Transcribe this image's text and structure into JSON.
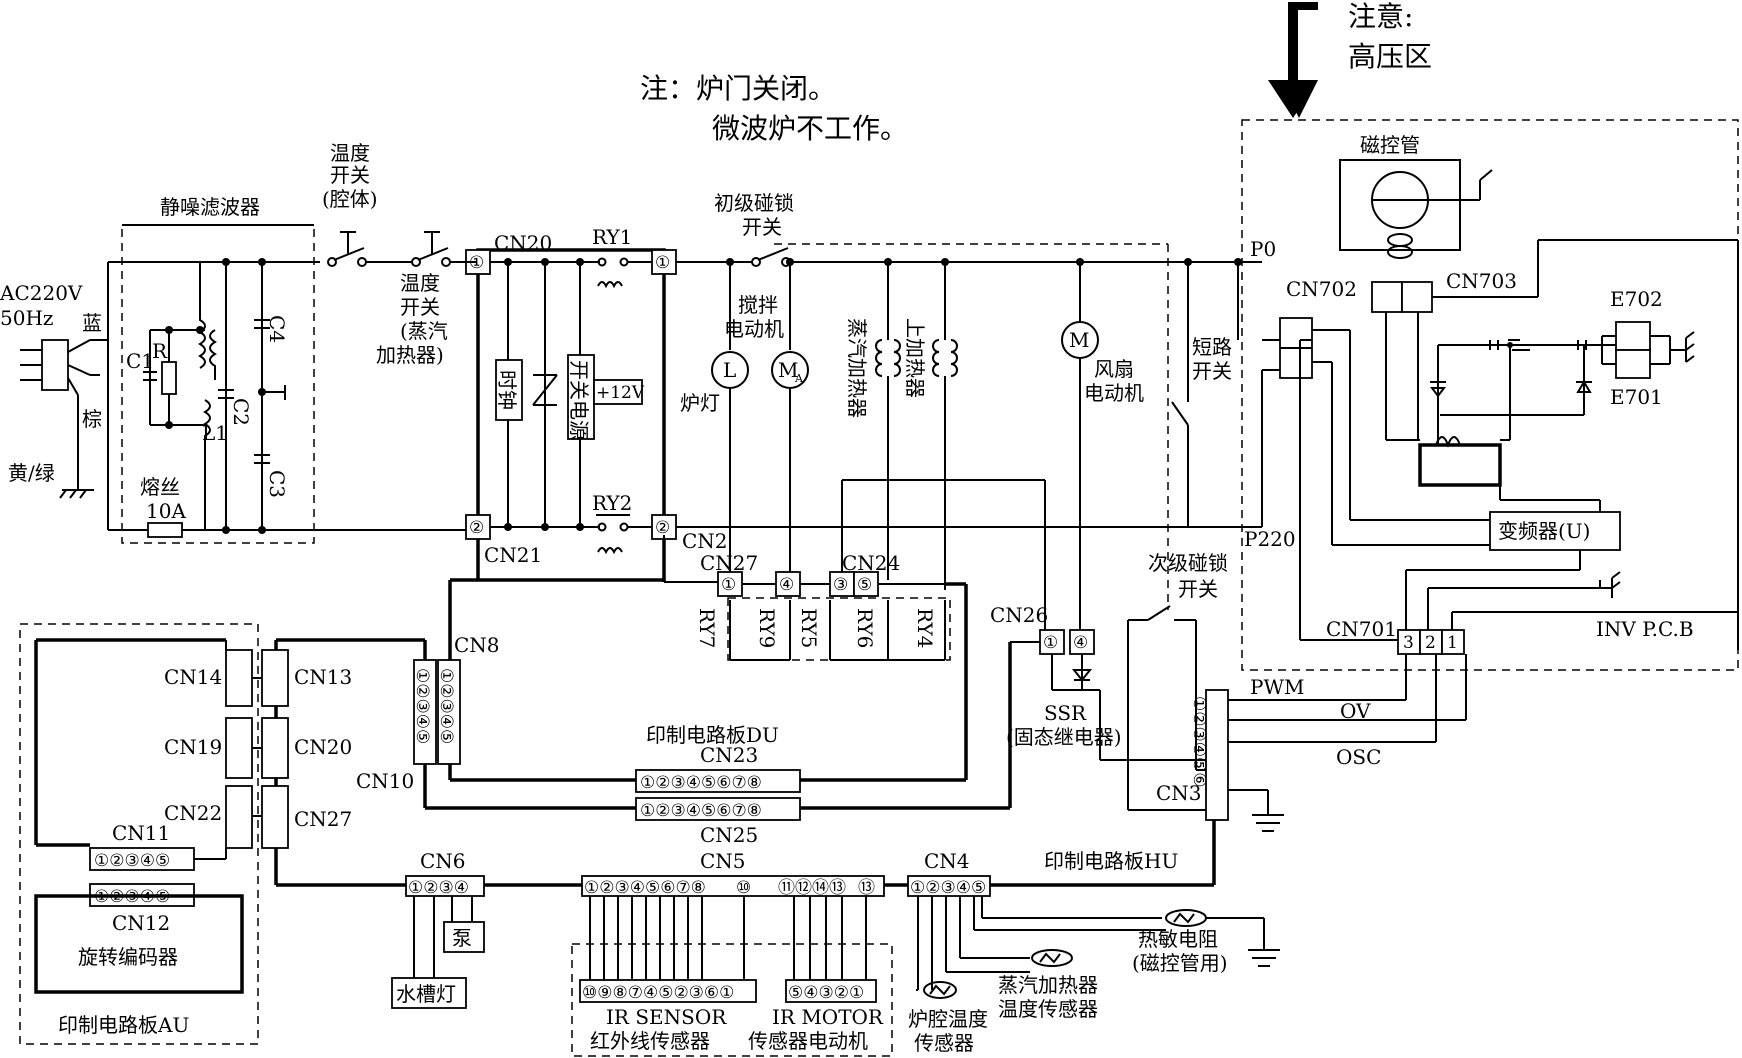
{
  "notes": {
    "high_voltage_title": "注意:",
    "high_voltage_area": "高压区",
    "door_note_1": "注：炉门关闭。",
    "door_note_2": "微波炉不工作。"
  },
  "power": {
    "source": "AC220V",
    "freq": "50Hz",
    "wire_blue": "蓝",
    "wire_brown": "棕",
    "wire_ground": "黄/绿"
  },
  "filter": {
    "title": "静噪滤波器",
    "fuse": "熔丝",
    "fuse_rating": "10A",
    "c1": "C1",
    "r": "R",
    "l1": "L1",
    "c2": "C2",
    "c3": "C3",
    "c4": "C4"
  },
  "switches": {
    "temp_cavity_1": "温度",
    "temp_cavity_2": "开关",
    "temp_cavity_3": "(腔体)",
    "temp_steam_1": "温度",
    "temp_steam_2": "开关",
    "temp_steam_3": "(蒸汽",
    "temp_steam_4": "加热器)",
    "primary_lock_1": "初级碰锁",
    "primary_lock_2": "开关",
    "short_1": "短路",
    "short_2": "开关",
    "secondary_lock_1": "次级碰锁",
    "secondary_lock_2": "开关"
  },
  "loads": {
    "clock": "时钟",
    "switch_psu": "开关电源",
    "v12": "+12V",
    "lamp": "炉灯",
    "lamp_sym": "L",
    "stir_1": "搅拌",
    "stir_2": "电动机",
    "stir_sym": "M",
    "stir_sub": "A",
    "steam_heater": "蒸汽加热器",
    "top_heater": "上加热器",
    "fan_sym": "M",
    "fan_1": "风扇",
    "fan_2": "电动机"
  },
  "connectors": {
    "cn20": "CN20",
    "cn21": "CN21",
    "cn2": "CN2",
    "cn27": "CN27",
    "cn24": "CN24",
    "cn26": "CN26",
    "cn8": "CN8",
    "cn10": "CN10",
    "cn14": "CN14",
    "cn13": "CN13",
    "cn19": "CN19",
    "cn20b": "CN20",
    "cn22": "CN22",
    "cn27b": "CN27",
    "cn11": "CN11",
    "cn12": "CN12",
    "cn23": "CN23",
    "cn25": "CN25",
    "cn6": "CN6",
    "cn5": "CN5",
    "cn4": "CN4",
    "cn3": "CN3",
    "cn701": "CN701",
    "cn702": "CN702",
    "cn703": "CN703"
  },
  "relays": {
    "ry1": "RY1",
    "ry2": "RY2",
    "ry7": "RY7",
    "ry9": "RY9",
    "ry5": "RY5",
    "ry6": "RY6",
    "ry4": "RY4"
  },
  "pins": {
    "p1": "①",
    "p2": "②",
    "cn27_a": "①",
    "cn27_b": "④",
    "cn24_a": "③",
    "cn24_b": "⑤",
    "cn26_a": "①",
    "cn26_b": "④",
    "cn8": "①②③④⑤",
    "cn10": "①②③④⑤",
    "cn23": "①②③④⑤⑥⑦⑧",
    "cn25": "①②③④⑤⑥⑦⑧",
    "cn11": "①②③④⑤",
    "cn12": "①②③④⑤",
    "cn6": "①②③④",
    "cn5_a": "①②③④⑤⑥⑦⑧",
    "cn5_b": "⑩",
    "cn5_c": "⑪⑫⑭⑬",
    "cn5_d": "⑬",
    "cn4": "①②③④⑤",
    "cn3": "①②③④⑤⑥",
    "cn701": [
      "3",
      "2",
      "1"
    ],
    "ir_sensor": "⑩⑨⑧⑦④⑤②③⑥①",
    "ir_motor": "⑤④③②①"
  },
  "boards": {
    "du": "印制电路板DU",
    "hu": "印制电路板HU",
    "au": "印制电路板AU",
    "encoder": "旋转编码器",
    "inv": "INV P.C.B",
    "ssr": "SSR",
    "ssr_cn": "(固态继电器)"
  },
  "hv": {
    "magnetron": "磁控管",
    "p0": "P0",
    "p220": "P220",
    "e702": "E702",
    "e701": "E701",
    "inverter": "变频器(U)",
    "pwm": "PWM",
    "ov": "OV",
    "osc": "OSC"
  },
  "sensors": {
    "pump": "泵",
    "sink_lamp": "水槽灯",
    "ir_sensor_en": "IR SENSOR",
    "ir_sensor_cn": "红外线传感器",
    "ir_motor_en": "IR MOTOR",
    "ir_motor_cn": "传感器电动机",
    "cavity_temp_1": "炉腔温度",
    "cavity_temp_2": "传感器",
    "steam_temp_1": "蒸汽加热器",
    "steam_temp_2": "温度传感器",
    "thermistor_1": "热敏电阻",
    "thermistor_2": "(磁控管用)"
  }
}
